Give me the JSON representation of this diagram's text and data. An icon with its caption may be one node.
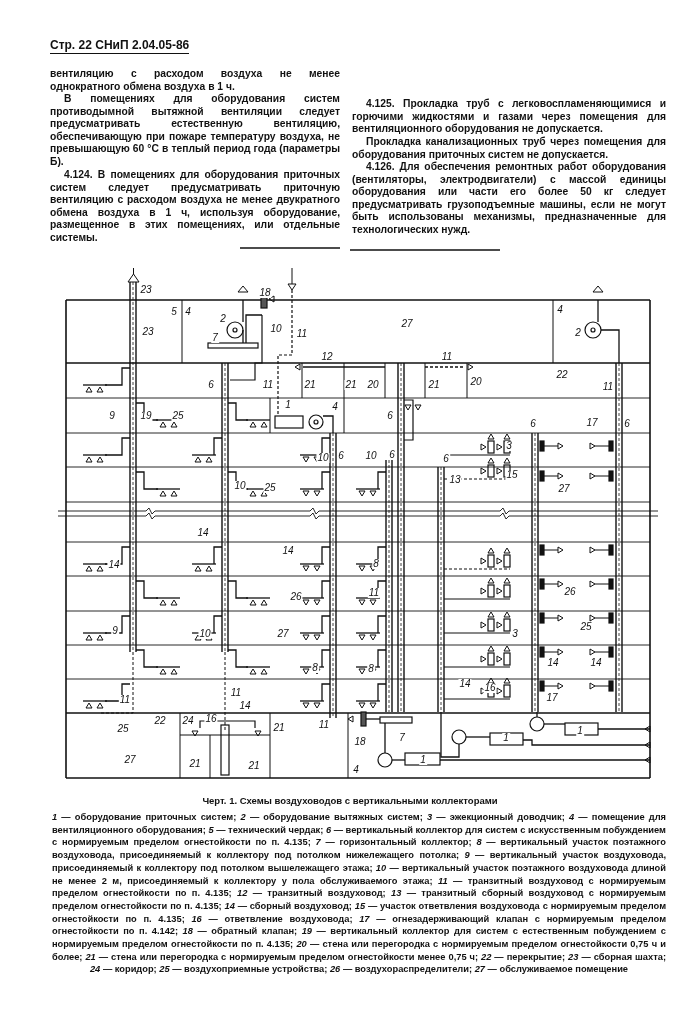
{
  "diagram": {
    "caption": "Черт. 1. Схемы воздуховодов с вертикальными коллекторами",
    "labels": [
      "Стр. 22 СНиП 2.04.05-86",
      "вентиляцию с расходом воздуха не менее однократного обмена воздуха в 1 ч.",
      "В помещениях для оборудования систем противодымной вытяжной вентиляции следует предусматривать естественную вентиляцию, обеспечивающую при пожаре температуру воздуха, не превышающую 60 °С в теплый период года (параметры Б).",
      "**4.124.** В помещениях для оборудования приточных систем следует предусматривать приточную вентиляцию с расходом воздуха не менее двукратного обмена воздуха в 1 ч, используя оборудование, размещенное в этих помещениях, или отдельные системы.",
      "**4.125.** Прокладка труб с легковоспламеняющимися и горючими жидкостями и газами через помещения для вентиляционного оборудования не допускается.",
      "Прокладка канализационных труб через помещения для оборудования приточных систем не допускается.",
      "**4.126.** Для обеспечения ремонтных работ оборудования (вентиляторы, электродвигатели) с массой единицы оборудования или части его более 50 кг следует предусматривать грузоподъемные машины, если не могут быть использованы механизмы, предназначенные для технологических нужд.",
      "23",
      "18",
      "5",
      "4",
      "4",
      "2",
      "27",
      "10",
      "23",
      "2",
      "11",
      "7",
      "12",
      "11",
      "22",
      "20",
      "6",
      "11",
      "21",
      "21",
      "20",
      "21",
      "11",
      "1",
      "4",
      "9",
      "19",
      "25",
      "6",
      "17",
      "6",
      "6",
      "3",
      "6",
      "10",
      "6",
      "10",
      "6",
      "15",
      "13",
      "10",
      "25",
      "27",
      "14",
      "14",
      "8",
      "14",
      "26",
      "11",
      "26",
      "25",
      "9",
      "10",
      "27",
      "3",
      "14",
      "14",
      "8",
      "8",
      "14",
      "16",
      "11",
      "17",
      "11",
      "14",
      "16",
      "24",
      "22",
      "11",
      "21",
      "25",
      "1",
      "1",
      "7",
      "18",
      "27",
      "1",
      "21",
      "21",
      "4",
      "*1* — оборудование приточных систем; *2* — оборудование вытяжных систем; *3* — эжекционный доводчик; *4* — помещение для вентиляционного оборудования; *5* — технический чердак; *6* — вертикальный коллектор для систем с искусственным побуждением с нормируемым пределом огнестойкости по п. 4.135; *7* — горизонтальный коллектор; *8* — вертикальный участок поэтажного воздуховода, присоединяемый к коллектору под потолком нижележащего потолка; *9* — вертикальный участок воздуховода, присоединяемый к коллектору под потолком вышележащего этажа; *10* — вертикальный участок поэтажного воздуховода длиной не менее 2 м, присоединяемый к коллектору у пола обслуживаемого этажа; *11* — транзитный воздуховод с нормируемым пределом огнестойкости по п. 4.135; *12* — транзитный воздуховод; *13* — транзитный сборный воздуховод с нормируемым пределом огнестойкости по п. 4.135; *14* — сборный воздуховод; *15* — участок ответвления воздуховода с нормируемым пределом огнестойкости по п. 4.135; *16* — ответвление воздуховода; *17* — огнезадерживающий клапан с нормируемым пределом огнестойкости по п. 4.142; *18* — обратный клапан; *19* — вертикальный коллектор для систем с естественным побуждением с нормируемым пределом огнестойкости по п. 4.135; *20* — стена или перегородка с нормируемым пределом огнестойкости 0,75 ч и более; *21* — стена или перегородка с нормируемым пределом огнестойкости менее 0,75 ч; *22* — перекрытие; *23* — сборная шахта; *24* — коридор; *25* — воздухоприемные устройства; *26* — воздухораспределители; *27* — обслуживаемое помещение"
    ]
  }
}
